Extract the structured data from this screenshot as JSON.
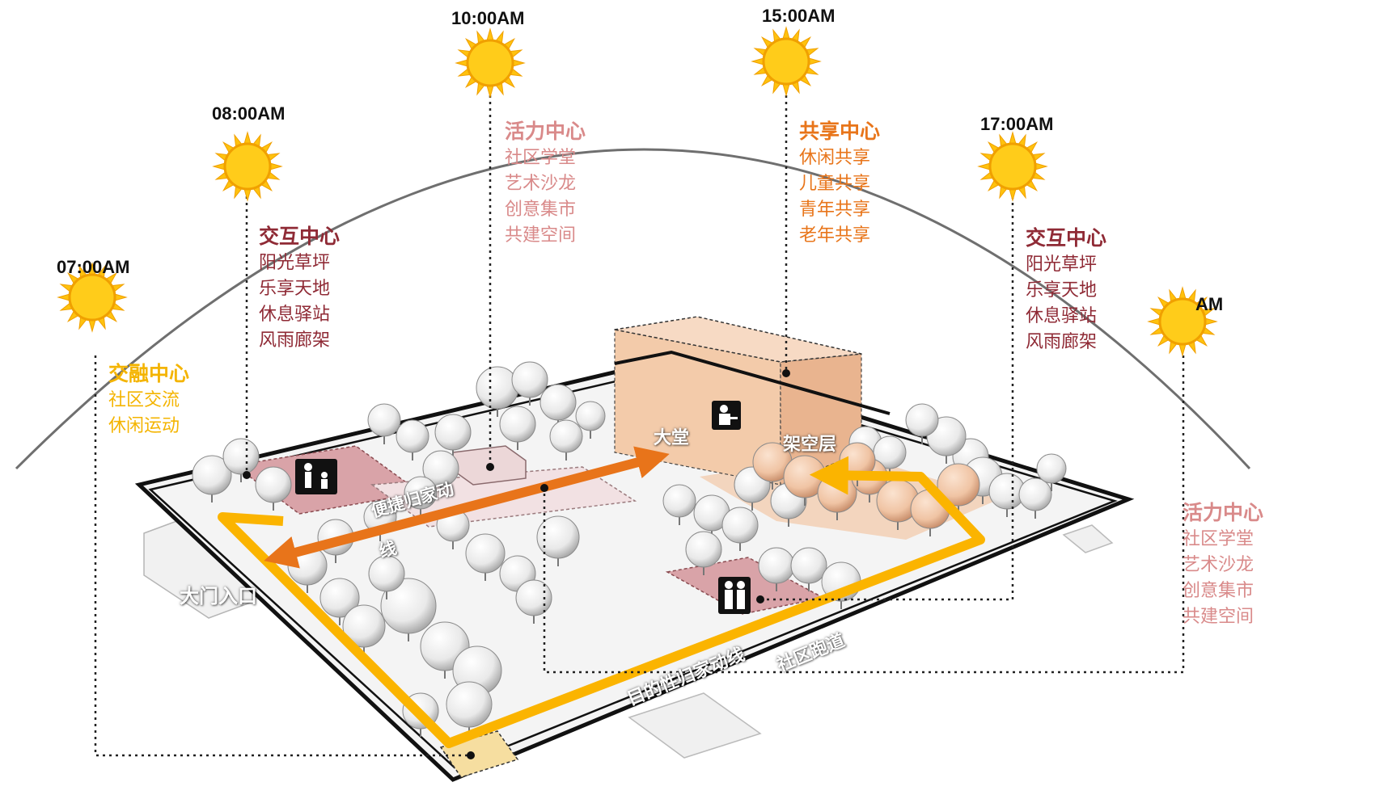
{
  "suns": [
    {
      "time": "07:00AM"
    },
    {
      "time": "08:00AM"
    },
    {
      "time": "10:00AM"
    },
    {
      "time": "15:00AM"
    },
    {
      "time": "17:00AM"
    },
    {
      "time": "AM"
    }
  ],
  "groups": {
    "jiaorong": {
      "title": "交融中心",
      "items": [
        "社区交流",
        "休闲运动"
      ]
    },
    "jiaohu_left": {
      "title": "交互中心",
      "items": [
        "阳光草坪",
        "乐享天地",
        "休息驿站",
        "风雨廊架"
      ]
    },
    "huoli_top": {
      "title": "活力中心",
      "items": [
        "社区学堂",
        "艺术沙龙",
        "创意集市",
        "共建空间"
      ]
    },
    "gongxiang": {
      "title": "共享中心",
      "items": [
        "休闲共享",
        "儿童共享",
        "青年共享",
        "老年共享"
      ]
    },
    "jiaohu_right": {
      "title": "交互中心",
      "items": [
        "阳光草坪",
        "乐享天地",
        "休息驿站",
        "风雨廊架"
      ]
    },
    "huoli_right": {
      "title": "活力中心",
      "items": [
        "社区学堂",
        "艺术沙龙",
        "创意集市",
        "共建空间"
      ]
    }
  },
  "site_labels": {
    "gate": "大门入口",
    "lobby": "大堂",
    "pilotis": "架空层",
    "convenient_route_1": "便捷归家动",
    "convenient_route_2": "线",
    "destination_route": "目的性归家动线",
    "jogging": "社区跑道"
  },
  "colors": {
    "yellow": "#f4b400",
    "maroon": "#8f2a35",
    "pink": "#d98a8a",
    "orange": "#e8751a",
    "building": "#f3c9a8",
    "plaza": "#d9a3a8"
  }
}
